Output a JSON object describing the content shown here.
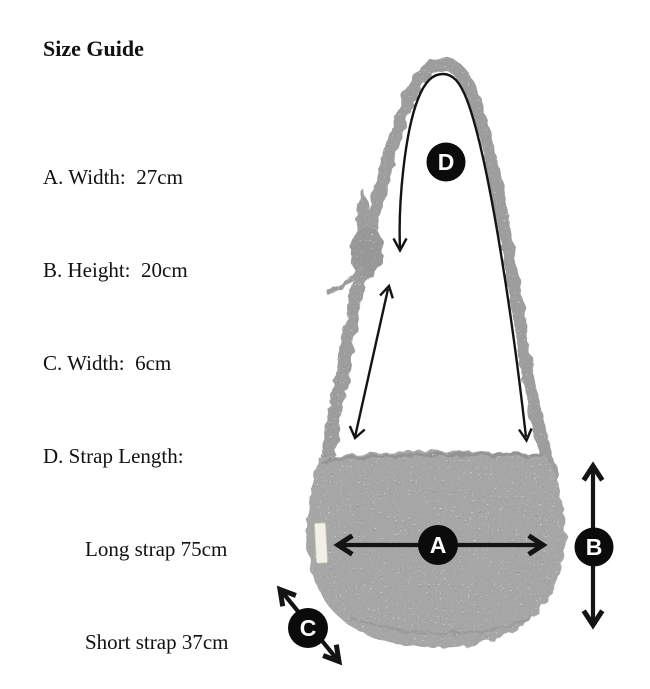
{
  "size_guide": {
    "title": "Size Guide",
    "measurements": [
      {
        "letter": "A",
        "text": "A. Width:  27cm"
      },
      {
        "letter": "B",
        "text": "B. Height:  20cm"
      },
      {
        "letter": "C",
        "text": "C. Width:  6cm"
      },
      {
        "letter": "D",
        "text": "D. Strap Length:"
      }
    ],
    "strap_details": [
      {
        "text": "Long strap 75cm"
      },
      {
        "text": "Short strap 37cm"
      }
    ]
  },
  "diagram": {
    "markers": {
      "a": "A",
      "b": "B",
      "c": "C",
      "d": "D"
    },
    "colors": {
      "page_background": "#ffffff",
      "marker_background": "#0b0b0b",
      "marker_letter": "#ffffff",
      "arrow_black": "#141414",
      "bag_gray": "#a6a6a6",
      "tag_cream": "#f3f0e9"
    }
  }
}
